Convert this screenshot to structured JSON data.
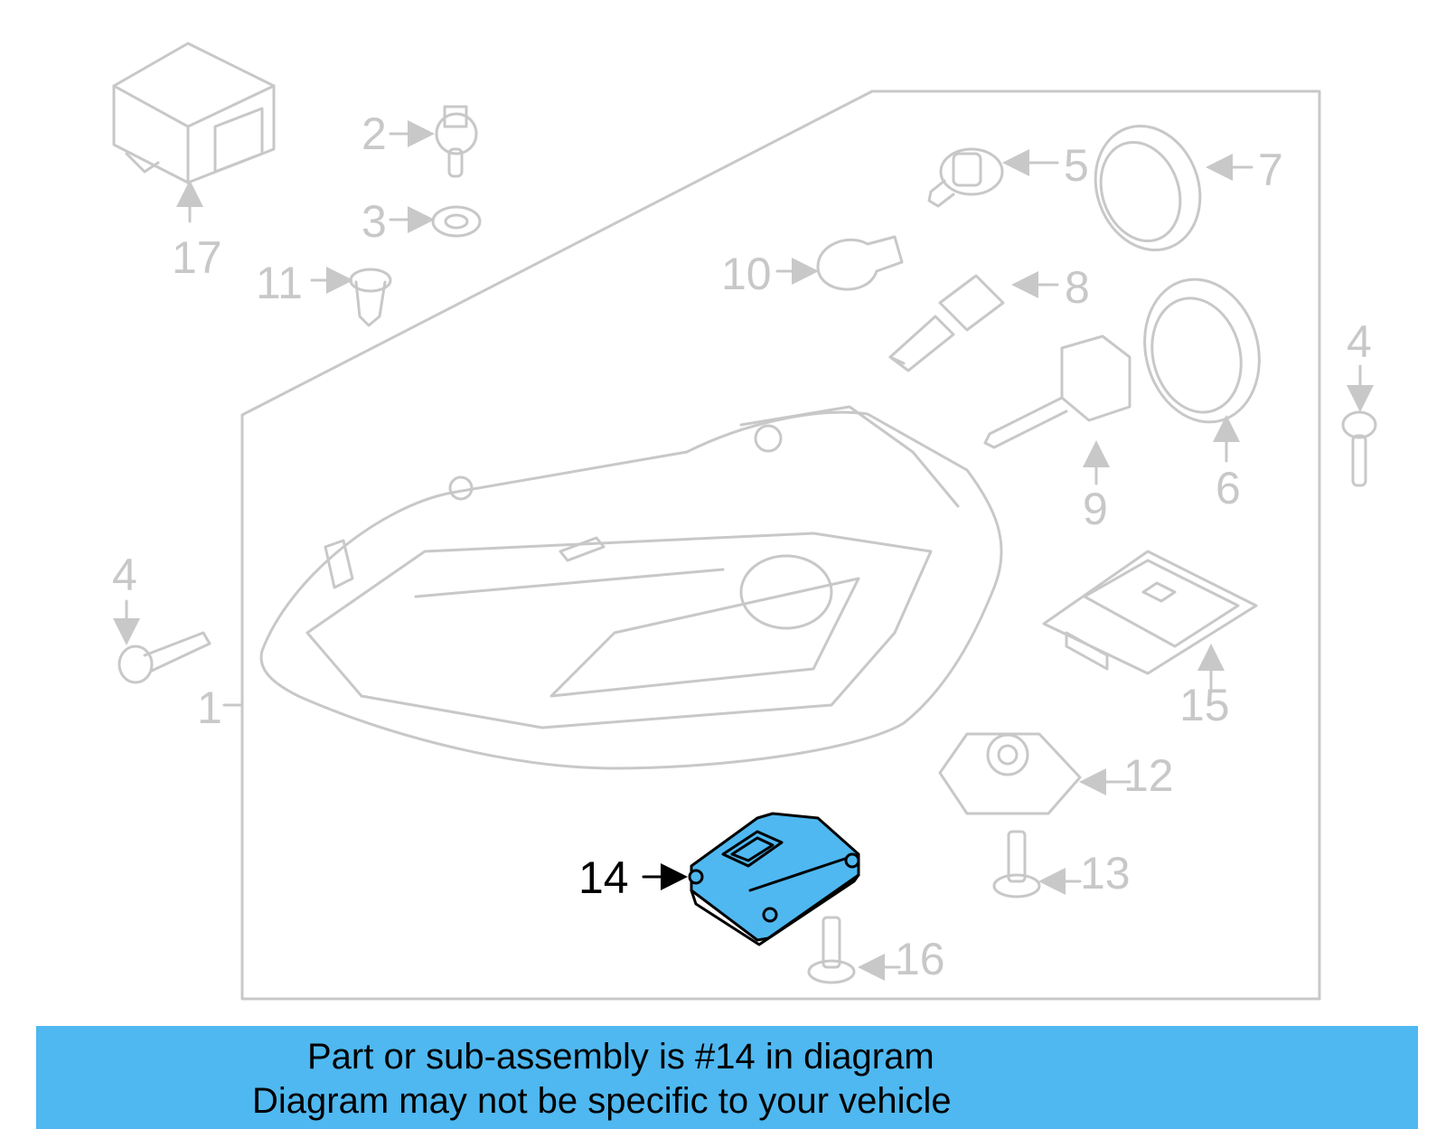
{
  "diagram": {
    "callouts": {
      "c1": "1",
      "c2": "2",
      "c3": "3",
      "c4_left": "4",
      "c4_right": "4",
      "c5": "5",
      "c6": "6",
      "c7": "7",
      "c8": "8",
      "c9": "9",
      "c10": "10",
      "c11": "11",
      "c12": "12",
      "c13": "13",
      "c14": "14",
      "c15": "15",
      "c16": "16",
      "c17": "17"
    },
    "highlighted_part": "14",
    "colors": {
      "highlight": "#4fb8f0",
      "line_gray": "#c8c8c8",
      "banner": "#4fb8f0"
    }
  },
  "banner": {
    "line1": "Part or sub-assembly is #14 in diagram",
    "line2": "Diagram may not be specific to your vehicle"
  }
}
